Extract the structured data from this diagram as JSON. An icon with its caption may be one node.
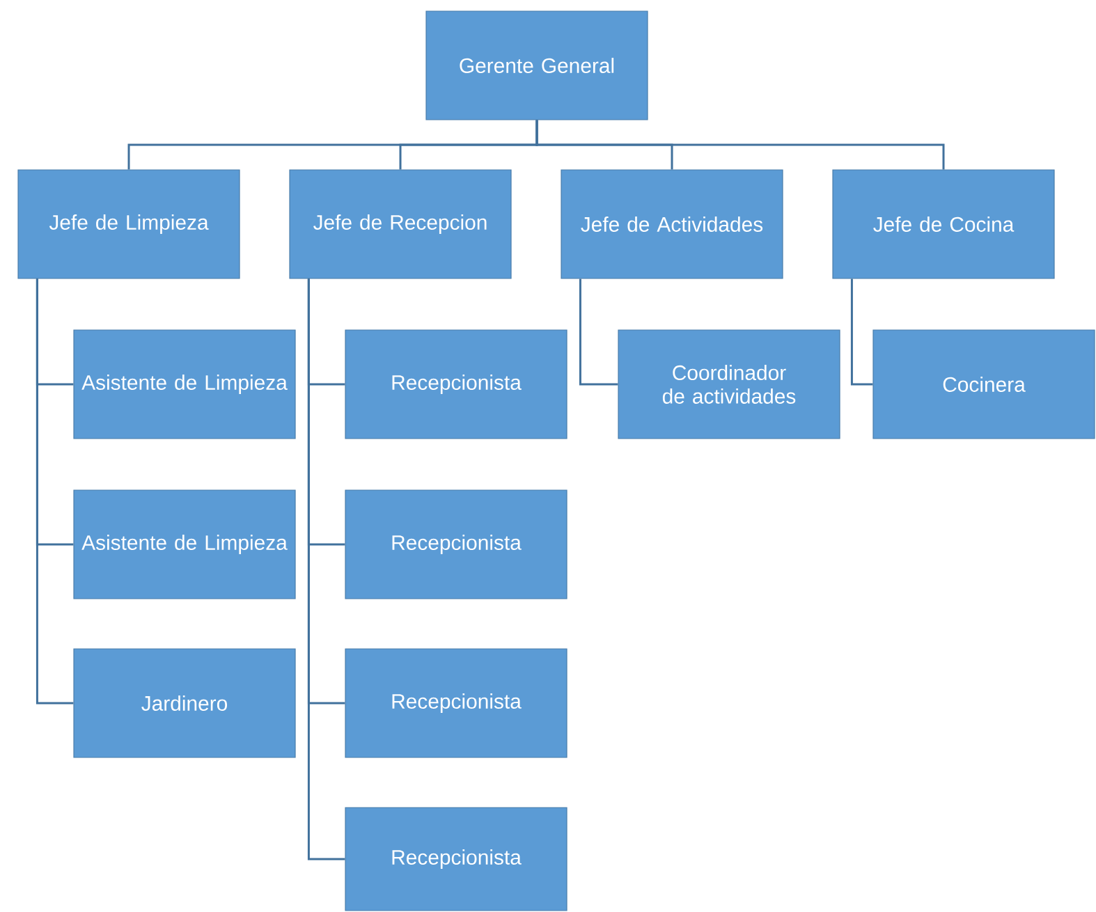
{
  "diagram": {
    "nodes": [
      {
        "text": [
          "Gerente General"
        ]
      },
      {
        "text": [
          "Jefe de Limpieza"
        ]
      },
      {
        "text": [
          "Jefe de Recepcion"
        ]
      },
      {
        "text": [
          "Jefe de Actividades"
        ]
      },
      {
        "text": [
          "Jefe de Cocina"
        ]
      },
      {
        "text": [
          "Asistente de Limpieza"
        ]
      },
      {
        "text": [
          "Asistente de Limpieza"
        ]
      },
      {
        "text": [
          "Jardinero"
        ]
      },
      {
        "text": [
          "Recepcionista"
        ]
      },
      {
        "text": [
          "Recepcionista"
        ]
      },
      {
        "text": [
          "Recepcionista"
        ]
      },
      {
        "text": [
          "Recepcionista"
        ]
      },
      {
        "text": [
          "Coordinador de actividades"
        ]
      },
      {
        "text": [
          "Cocinera"
        ]
      }
    ],
    "edges": [
      {
        "from": 0,
        "to": 1,
        "arrow": "none"
      },
      {
        "from": 0,
        "to": 2,
        "arrow": "none"
      },
      {
        "from": 0,
        "to": 3,
        "arrow": "none"
      },
      {
        "from": 0,
        "to": 4,
        "arrow": "none"
      },
      {
        "from": 1,
        "to": 5,
        "arrow": "none"
      },
      {
        "from": 1,
        "to": 6,
        "arrow": "none"
      },
      {
        "from": 1,
        "to": 7,
        "arrow": "none"
      },
      {
        "from": 2,
        "to": 8,
        "arrow": "none"
      },
      {
        "from": 2,
        "to": 9,
        "arrow": "none"
      },
      {
        "from": 2,
        "to": 10,
        "arrow": "none"
      },
      {
        "from": 2,
        "to": 11,
        "arrow": "none"
      },
      {
        "from": 3,
        "to": 12,
        "arrow": "none"
      },
      {
        "from": 4,
        "to": 13,
        "arrow": "none"
      }
    ]
  }
}
